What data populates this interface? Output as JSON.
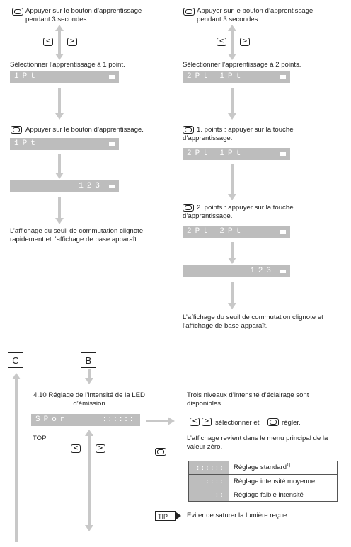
{
  "left": {
    "step1": "Appuyer sur le bouton d’apprentissage pendant 3 secondes.",
    "select": "Sélectionner l’apprentissage à 1 point.",
    "lcd1": "1Pt",
    "step2": "Appuyer sur le bouton d’apprentissage.",
    "lcd2": "1Pt",
    "lcd3": "123",
    "result": "L’affichage du seuil de commutation clignote rapidement et l’affichage de base apparaît."
  },
  "right": {
    "step1": "Appuyer sur le bouton d’apprentissage pendant 3 secondes.",
    "select": "Sélectionner l’apprentissage à 2 points.",
    "lcd1": "2Pt 1Pt",
    "step2": "1. points : appuyer sur la touche d’apprentissage.",
    "lcd2": "2Pt 1Pt",
    "step3": "2. points : appuyer sur la touche d’apprentissage.",
    "lcd3": "2Pt 2Pt",
    "lcd4": "123",
    "result": "L’affichage du seuil de commutation clignote et l’affichage de base apparaît."
  },
  "bottom": {
    "label_c": "C",
    "label_b": "B",
    "section_title": "4.10 Réglage de l’intensité de la LED d’émission",
    "lcd": "SPor",
    "lcd_bars": "::::::",
    "top_label": "TOP",
    "intro": "Trois niveaux d’intensité d’éclairage sont disponibles.",
    "select_text": "sélectionner et",
    "set_text": "régler.",
    "return_text": "L’affichage revient dans le menu principal de la valeur zéro.",
    "levels": [
      {
        "bars": "::::::",
        "label": "Réglage standard",
        "sup": "1)"
      },
      {
        "bars": "::::",
        "label": "Réglage intensité moyenne",
        "sup": ""
      },
      {
        "bars": "::",
        "label": "Réglage faible intensité",
        "sup": ""
      }
    ],
    "tip_label": "TIP",
    "tip_text": "Éviter de saturer la lumière reçue."
  }
}
